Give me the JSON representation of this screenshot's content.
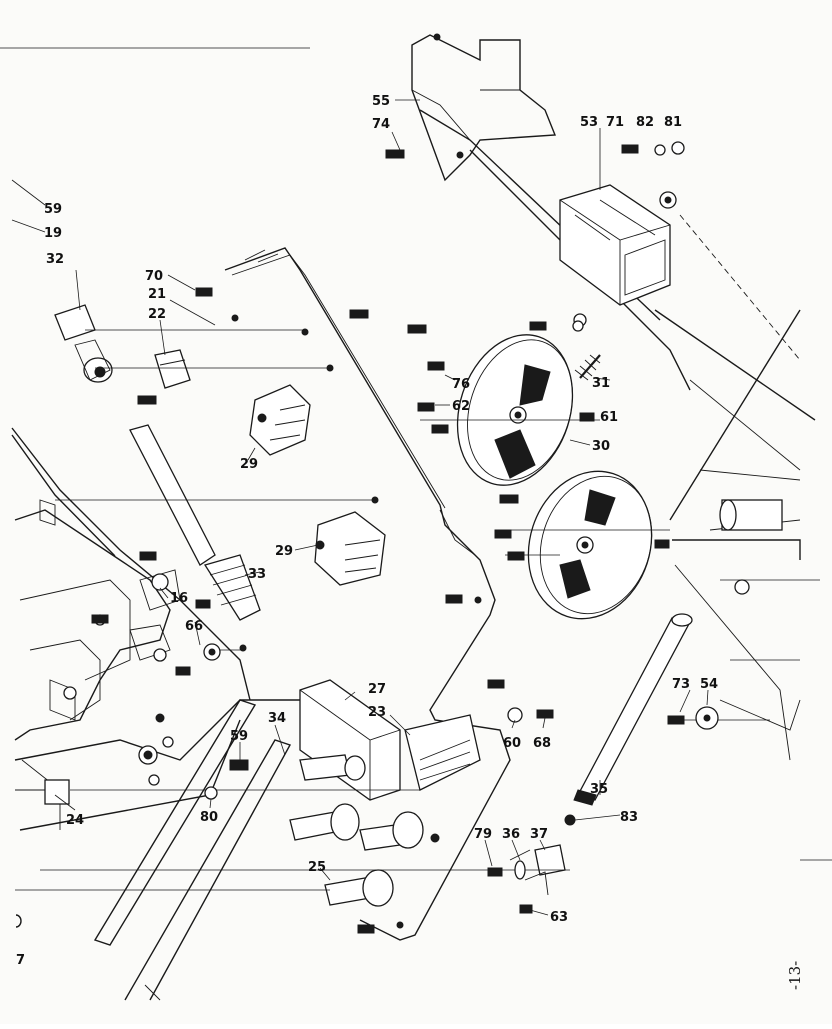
{
  "diagram": {
    "part_labels": [
      "55",
      "74",
      "53",
      "71",
      "82",
      "81",
      "59",
      "19",
      "32",
      "70",
      "21",
      "22",
      "76",
      "62",
      "61",
      "31",
      "30",
      "29",
      "29",
      "16",
      "33",
      "66",
      "27",
      "23",
      "60",
      "68",
      "73",
      "54",
      "34",
      "59",
      "24",
      "80",
      "35",
      "83",
      "79",
      "36",
      "37",
      "25",
      "63"
    ],
    "page_number": "-13-",
    "edge_marks": [
      "7"
    ]
  }
}
